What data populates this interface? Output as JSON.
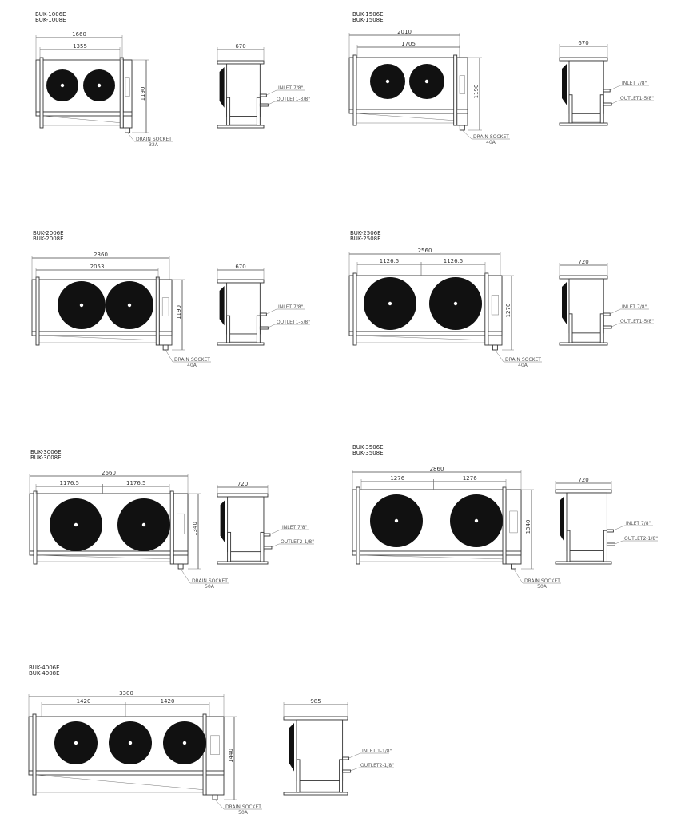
{
  "units": [
    {
      "models": [
        "BUK-1006E",
        "BUK-1008E"
      ],
      "width": "1660",
      "spacing": [
        "1355"
      ],
      "height": "1190",
      "depth": "670",
      "inlet": "INLET 7/8\"",
      "outlet": "OUTLET1-3/8\"",
      "drain_label": "DRAIN SOCKET",
      "drain_size": "32A",
      "fans": 2
    },
    {
      "models": [
        "BUK-1506E",
        "BUK-1508E"
      ],
      "width": "2010",
      "spacing": [
        "1705"
      ],
      "height": "1190",
      "depth": "670",
      "inlet": "INLET 7/8\"",
      "outlet": "OUTLET1-5/8\"",
      "drain_label": "DRAIN SOCKET",
      "drain_size": "40A",
      "fans": 2
    },
    {
      "models": [
        "BUK-2006E",
        "BUK-2008E"
      ],
      "width": "2360",
      "spacing": [
        "2053"
      ],
      "height": "1190",
      "depth": "670",
      "inlet": "INLET 7/8\"",
      "outlet": "OUTLET1-5/8\"",
      "drain_label": "DRAIN SOCKET",
      "drain_size": "40A",
      "fans": 2
    },
    {
      "models": [
        "BUK-2506E",
        "BUK-2508E"
      ],
      "width": "2560",
      "spacing": [
        "1126.5",
        "1126.5"
      ],
      "height": "1270",
      "depth": "720",
      "inlet": "INLET 7/8\"",
      "outlet": "OUTLET1-5/8\"",
      "drain_label": "DRAIN SOCKET",
      "drain_size": "40A",
      "fans": 2
    },
    {
      "models": [
        "BUK-3006E",
        "BUK-3008E"
      ],
      "width": "2660",
      "spacing": [
        "1176.5",
        "1176.5"
      ],
      "height": "1340",
      "depth": "720",
      "inlet": "INLET 7/8\"",
      "outlet": "OUTLET2-1/8\"",
      "drain_label": "DRAIN SOCKET",
      "drain_size": "50A",
      "fans": 2
    },
    {
      "models": [
        "BUK-3506E",
        "BUK-3508E"
      ],
      "width": "2860",
      "spacing": [
        "1276",
        "1276"
      ],
      "height": "1340",
      "depth": "720",
      "inlet": "INLET 7/8\"",
      "outlet": "OUTLET2-1/8\"",
      "drain_label": "DRAIN SOCKET",
      "drain_size": "50A",
      "fans": 2
    },
    {
      "models": [
        "BUK-4006E",
        "BUK-4008E"
      ],
      "width": "3300",
      "spacing": [
        "1420",
        "1420"
      ],
      "height": "1440",
      "depth": "985",
      "inlet": "INLET 1-1/8\"",
      "outlet": "OUTLET2-1/8\"",
      "drain_label": "DRAIN SOCKET",
      "drain_size": "50A",
      "fans": 3
    }
  ]
}
